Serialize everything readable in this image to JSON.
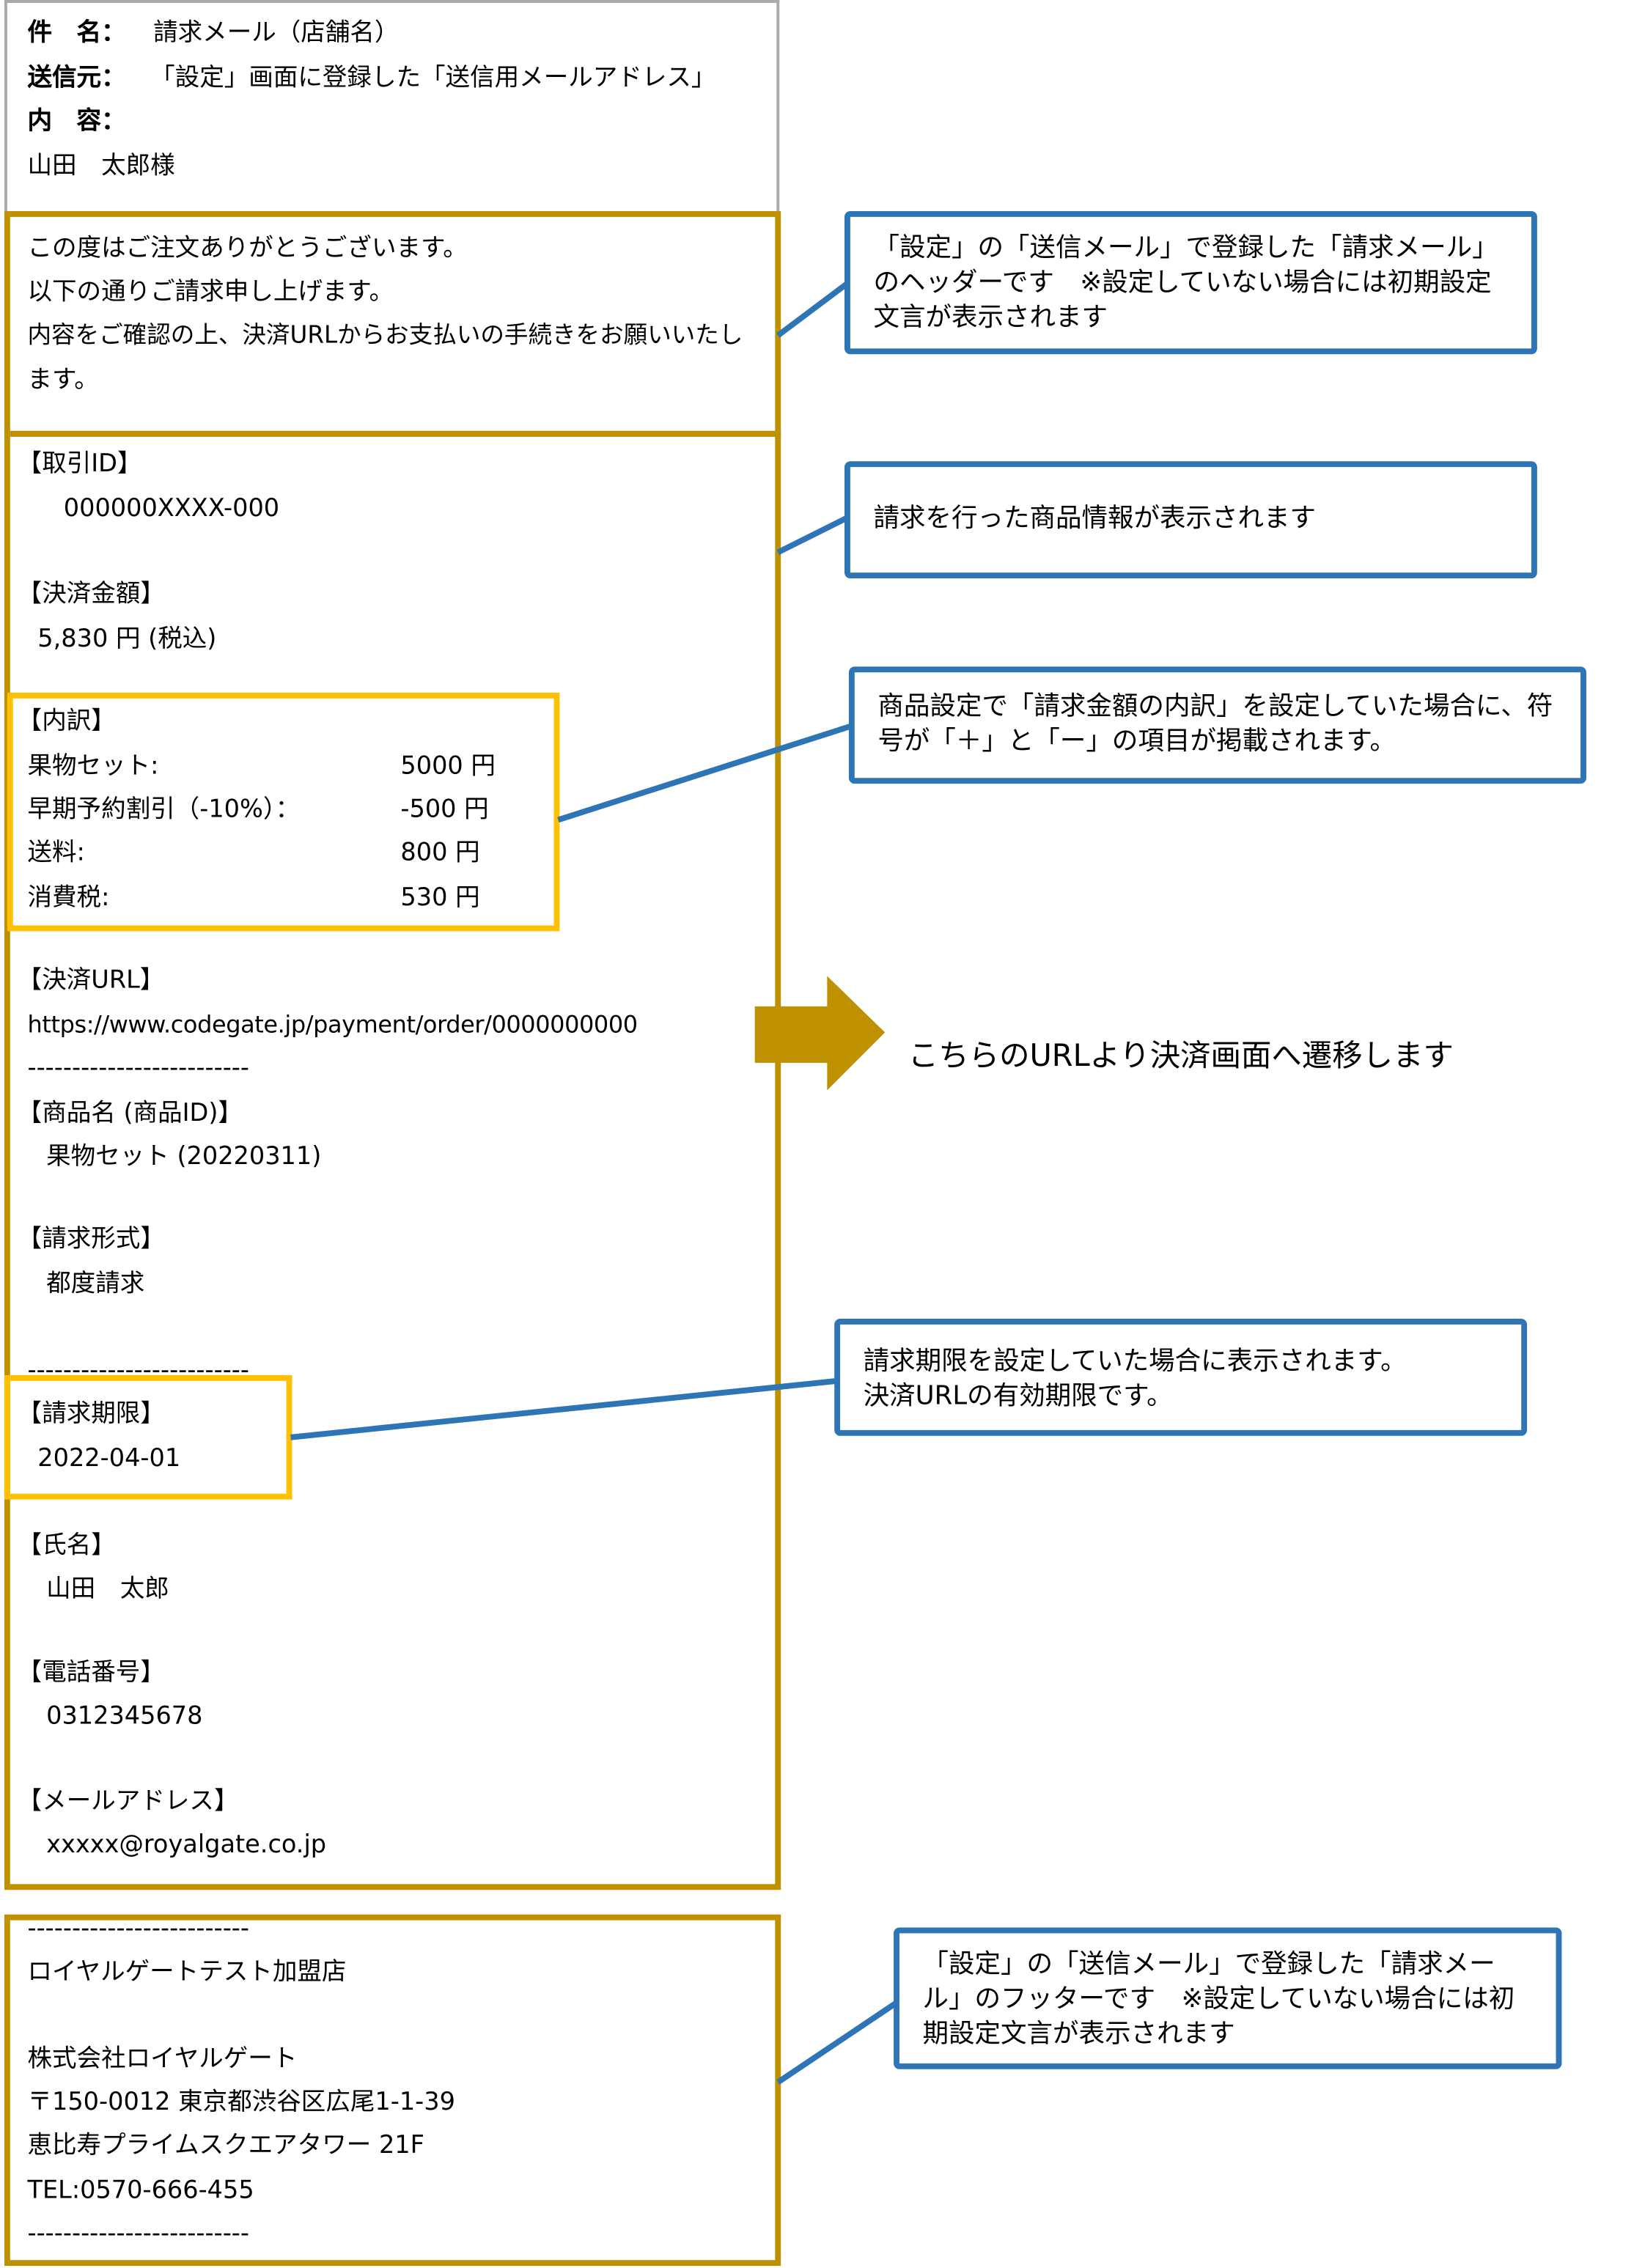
{
  "header": {
    "subject_label": "件　名：",
    "subject": "請求メール（店舗名）",
    "from_label": "送信元：",
    "from": "「設定」画面に登録した「送信用メールアドレス」",
    "content_label": "内　容：",
    "addressee": "山田　太郎様"
  },
  "greeting": [
    "この度はご注文ありがとうございます。",
    "以下の通りご請求申し上げます。",
    "内容をご確認の上、決済URLからお支払いの手続きをお願いいたし",
    "ます。"
  ],
  "body": {
    "txid_label": "【取引ID】",
    "txid": "000000XXXX-000",
    "amount_label": "【決済金額】",
    "amount": "5,830 円 (税込)",
    "breakdown_label": "【内訳】",
    "breakdown": [
      {
        "name": "果物セット:",
        "value": "5000 円"
      },
      {
        "name": "早期予約割引（-10%）：",
        "value": "-500 円"
      },
      {
        "name": "送料:",
        "value": "800 円"
      },
      {
        "name": "消費税:",
        "value": "530 円"
      }
    ],
    "url_label": "【決済URL】",
    "url": "https://www.codegate.jp/payment/order/0000000000",
    "divider": "-------------------------",
    "product_label": "【商品名 (商品ID)】",
    "product": "果物セット (20220311)",
    "billing_type_label": "【請求形式】",
    "billing_type": "都度請求",
    "due_label": "【請求期限】",
    "due": "2022-04-01",
    "name_label": "【氏名】",
    "name": "山田　太郎",
    "phone_label": "【電話番号】",
    "phone": "0312345678",
    "email_label": "【メールアドレス】",
    "email": "xxxxx@royalgate.co.jp"
  },
  "footer": [
    "ロイヤルゲートテスト加盟店",
    "株式会社ロイヤルゲート",
    "〒150-0012 東京都渋谷区広尾1-1-39",
    "恵比寿プライムスクエアタワー 21F",
    "TEL:0570-666-455"
  ],
  "callouts": {
    "header_note": "「設定」の「送信メール」で登録した「請求メール」のヘッダーです　※設定していない場合には初期設定文言が表示されます",
    "product_note": "請求を行った商品情報が表示されます",
    "breakdown_note": "商品設定で「請求金額の内訳」を設定していた場合に、符号が「＋」と「ー」の項目が掲載されます。",
    "url_note": "こちらのURLより決済画面へ遷移します",
    "due_note_1": "請求期限を設定していた場合に表示されます。",
    "due_note_2": "決済URLの有効期限です。",
    "footer_note": "「設定」の「送信メール」で登録した「請求メール」のフッターです　※設定していない場合には初期設定文言が表示されます"
  },
  "colors": {
    "gold": "#BF9000",
    "yellow": "#FFC000",
    "blue": "#2E75B6"
  }
}
